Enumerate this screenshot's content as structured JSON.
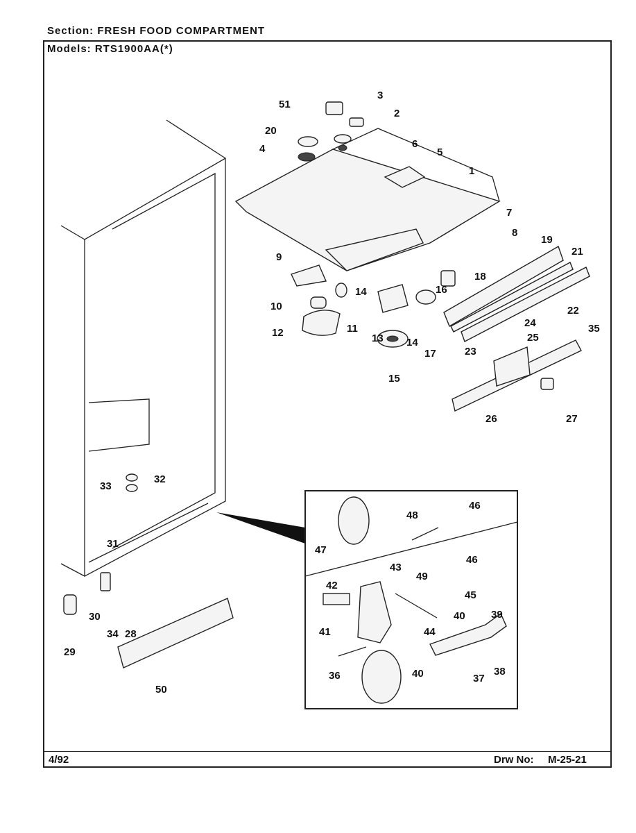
{
  "header": {
    "section_label": "Section:",
    "section_value": "FRESH FOOD COMPARTMENT",
    "models_label": "Models:",
    "models_value": "RTS1900AA(*)"
  },
  "footer": {
    "date": "4/92",
    "drawing_label": "Drw No:",
    "drawing_number": "M-25-21"
  },
  "callouts": [
    "51",
    "3",
    "2",
    "20",
    "6",
    "4",
    "5",
    "1",
    "7",
    "8",
    "9",
    "19",
    "21",
    "18",
    "14",
    "16",
    "22",
    "10",
    "11",
    "35",
    "24",
    "12",
    "13",
    "14",
    "17",
    "23",
    "25",
    "15",
    "26",
    "27",
    "33",
    "32",
    "46",
    "48",
    "47",
    "31",
    "46",
    "43",
    "42",
    "49",
    "45",
    "40",
    "39",
    "30",
    "34",
    "28",
    "41",
    "44",
    "29",
    "40",
    "36",
    "37",
    "38",
    "50"
  ]
}
